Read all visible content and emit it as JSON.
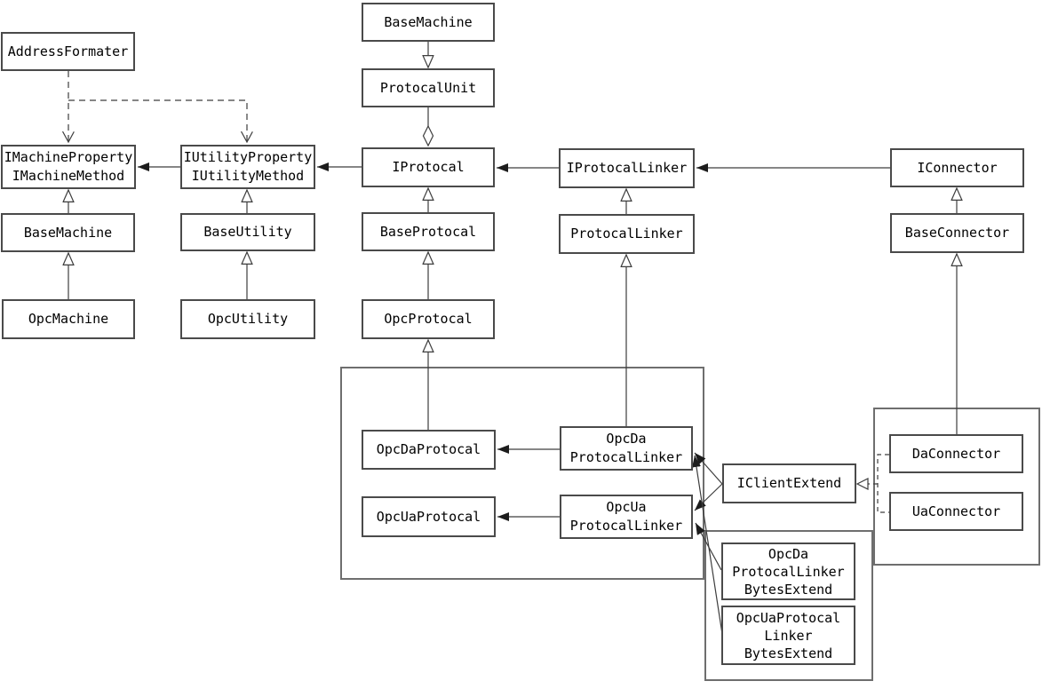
{
  "diagram": {
    "kind": "class-diagram",
    "nodes": {
      "address_formater": {
        "lines": [
          "AddressFormater"
        ]
      },
      "imachine": {
        "lines": [
          "IMachineProperty",
          "IMachineMethod"
        ]
      },
      "base_machine_left": {
        "lines": [
          "BaseMachine"
        ]
      },
      "opc_machine": {
        "lines": [
          "OpcMachine"
        ]
      },
      "iutility": {
        "lines": [
          "IUtilityProperty",
          "IUtilityMethod"
        ]
      },
      "base_utility": {
        "lines": [
          "BaseUtility"
        ]
      },
      "opc_utility": {
        "lines": [
          "OpcUtility"
        ]
      },
      "base_machine_top": {
        "lines": [
          "BaseMachine"
        ]
      },
      "protocal_unit": {
        "lines": [
          "ProtocalUnit"
        ]
      },
      "iprotocal": {
        "lines": [
          "IProtocal"
        ]
      },
      "base_protocal": {
        "lines": [
          "BaseProtocal"
        ]
      },
      "opc_protocal": {
        "lines": [
          "OpcProtocal"
        ]
      },
      "iprotocal_linker": {
        "lines": [
          "IProtocalLinker"
        ]
      },
      "protocal_linker": {
        "lines": [
          "ProtocalLinker"
        ]
      },
      "iconnector": {
        "lines": [
          "IConnector"
        ]
      },
      "base_connector": {
        "lines": [
          "BaseConnector"
        ]
      },
      "opc_da_protocal": {
        "lines": [
          "OpcDaProtocal"
        ]
      },
      "opc_ua_protocal": {
        "lines": [
          "OpcUaProtocal"
        ]
      },
      "opc_da_protocal_linker": {
        "lines": [
          "OpcDa",
          "ProtocalLinker"
        ]
      },
      "opc_ua_protocal_linker": {
        "lines": [
          "OpcUa",
          "ProtocalLinker"
        ]
      },
      "iclient_extend": {
        "lines": [
          "IClientExtend"
        ]
      },
      "da_connector": {
        "lines": [
          "DaConnector"
        ]
      },
      "ua_connector": {
        "lines": [
          "UaConnector"
        ]
      },
      "opc_da_protocal_linker_bytes_extend": {
        "lines": [
          "OpcDa",
          "ProtocalLinker",
          "BytesExtend"
        ]
      },
      "opc_ua_protocal_linker_bytes_extend": {
        "lines": [
          "OpcUaProtocal",
          "Linker",
          "BytesExtend"
        ]
      }
    },
    "edges": [
      {
        "from": "BaseMachine",
        "to": "IMachineProperty/IMachineMethod",
        "type": "inheritance"
      },
      {
        "from": "OpcMachine",
        "to": "BaseMachine",
        "type": "inheritance"
      },
      {
        "from": "BaseUtility",
        "to": "IUtilityProperty/IUtilityMethod",
        "type": "inheritance"
      },
      {
        "from": "OpcUtility",
        "to": "BaseUtility",
        "type": "inheritance"
      },
      {
        "from": "BaseMachine",
        "to": "ProtocalUnit",
        "type": "inheritance"
      },
      {
        "from": "ProtocalUnit",
        "to": "IProtocal",
        "type": "aggregation"
      },
      {
        "from": "BaseProtocal",
        "to": "IProtocal",
        "type": "inheritance"
      },
      {
        "from": "OpcProtocal",
        "to": "BaseProtocal",
        "type": "inheritance"
      },
      {
        "from": "OpcDaProtocal",
        "to": "OpcProtocal",
        "type": "inheritance"
      },
      {
        "from": "ProtocalLinker",
        "to": "IProtocalLinker",
        "type": "inheritance"
      },
      {
        "from": "OpcDaProtocalLinker",
        "to": "ProtocalLinker",
        "type": "inheritance"
      },
      {
        "from": "BaseConnector",
        "to": "IConnector",
        "type": "inheritance"
      },
      {
        "from": "DaConnector",
        "to": "BaseConnector",
        "type": "inheritance"
      },
      {
        "from": "IUtilityProperty/IUtilityMethod",
        "to": "IMachineProperty/IMachineMethod",
        "type": "association"
      },
      {
        "from": "IProtocal",
        "to": "IUtilityProperty/IUtilityMethod",
        "type": "association"
      },
      {
        "from": "IProtocalLinker",
        "to": "IProtocal",
        "type": "association"
      },
      {
        "from": "IConnector",
        "to": "IProtocalLinker",
        "type": "association"
      },
      {
        "from": "OpcDaProtocalLinker",
        "to": "OpcDaProtocal",
        "type": "association"
      },
      {
        "from": "OpcUaProtocalLinker",
        "to": "OpcUaProtocal",
        "type": "association"
      },
      {
        "from": "IClientExtend",
        "to": "OpcDaProtocalLinker",
        "type": "association"
      },
      {
        "from": "IClientExtend",
        "to": "OpcUaProtocalLinker",
        "type": "association"
      },
      {
        "from": "OpcDaProtocalLinkerBytesExtend",
        "to": "OpcUaProtocalLinker",
        "type": "association"
      },
      {
        "from": "OpcUaProtocalLinkerBytesExtend",
        "to": "OpcDaProtocalLinker",
        "type": "association"
      },
      {
        "from": "AddressFormater",
        "to": "IMachineProperty/IMachineMethod",
        "type": "dependency"
      },
      {
        "from": "AddressFormater",
        "to": "IUtilityProperty/IUtilityMethod",
        "type": "dependency"
      },
      {
        "from": "DaConnector",
        "to": "IClientExtend",
        "type": "realization"
      },
      {
        "from": "UaConnector",
        "to": "IClientExtend",
        "type": "realization"
      }
    ],
    "colors": {
      "background": "#ffffff",
      "box_fill": "#ffffff",
      "box_border": "#4a4a4a",
      "group_border": "#6e6e6e",
      "line": "#3d3d3d",
      "text": "#000000"
    }
  }
}
